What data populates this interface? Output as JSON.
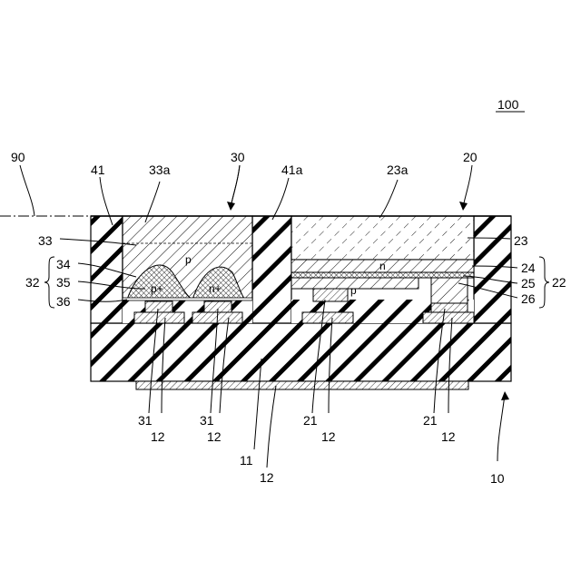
{
  "figure": {
    "ref_main": "100",
    "ref_board": "10",
    "ref_solar": "20",
    "ref_chip": "30",
    "ref_line": "90",
    "lbl_41": "41",
    "lbl_41a": "41a",
    "lbl_33a": "33a",
    "lbl_23a": "23a",
    "lbl_33": "33",
    "lbl_34": "34",
    "lbl_35": "35",
    "lbl_36": "36",
    "lbl_32": "32",
    "lbl_23": "23",
    "lbl_24": "24",
    "lbl_25": "25",
    "lbl_26": "26",
    "lbl_22": "22",
    "lbl_31a": "31",
    "lbl_12a": "12",
    "lbl_31b": "31",
    "lbl_12b": "12",
    "lbl_21a": "21",
    "lbl_12c": "12",
    "lbl_21b": "21",
    "lbl_12d": "12",
    "lbl_11": "11",
    "lbl_12e": "12",
    "txt_p": "p",
    "txt_pplus": "p+",
    "txt_nplus": "n+",
    "txt_n": "n",
    "txt_p2": "p"
  }
}
